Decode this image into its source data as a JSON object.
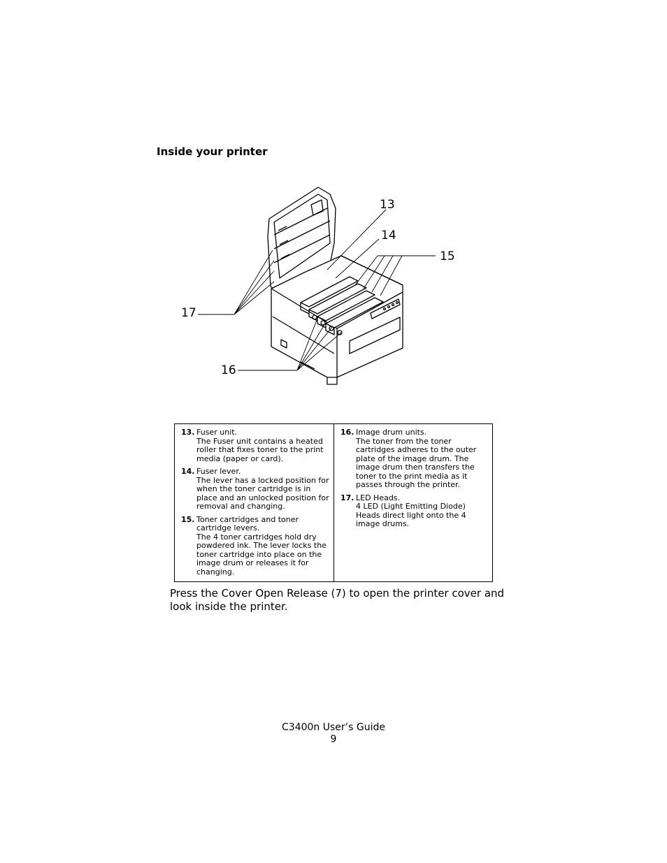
{
  "heading": "Inside your printer",
  "figure": {
    "callouts": {
      "c13": "13",
      "c14": "14",
      "c15": "15",
      "c16": "16",
      "c17": "17"
    }
  },
  "items": [
    {
      "num": "13.",
      "title": "Fuser unit.",
      "desc": "The Fuser unit contains a heated roller that fixes toner to the print media (paper or card)."
    },
    {
      "num": "14.",
      "title": "Fuser lever.",
      "desc": "The lever has a locked position for when the toner cartridge is in place and an unlocked position for removal and changing."
    },
    {
      "num": "15.",
      "title": "Toner cartridges and toner cartridge levers.",
      "desc": "The 4 toner cartridges hold dry powdered ink. The lever locks the toner cartridge into place on the image drum or releases it for changing."
    },
    {
      "num": "16.",
      "title": "Image drum units.",
      "desc": "The toner from the toner cartridges adheres to the outer plate of the image drum. The image drum then transfers the toner to the print media as it passes through the printer."
    },
    {
      "num": "17.",
      "title": "LED Heads.",
      "desc": "4 LED (Light Emitting Diode) Heads direct light onto the 4 image drums."
    }
  ],
  "body_text": "Press the Cover Open Release (7) to open the printer cover and look inside the printer.",
  "footer": {
    "guide": "C3400n User’s Guide",
    "page": "9"
  }
}
